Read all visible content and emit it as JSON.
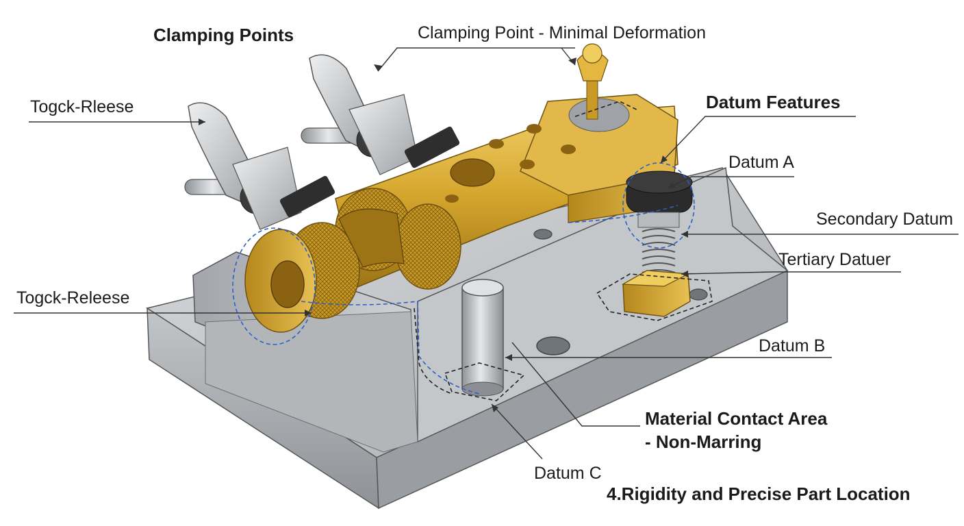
{
  "labels": {
    "clamping_points": "Clamping Points",
    "clamping_point_minimal": "Clamping Point - Minimal Deformation",
    "togck_rleese": "Togck-Rleese",
    "datum_features": "Datum Features",
    "datum_a": "Datum A",
    "secondary_datum": "Secondary Datum",
    "tertiary_datuer": "Tertiary Datuer",
    "togck_releese": "Togck-Releese",
    "datum_b": "Datum B",
    "material_contact_line1": "Material Contact Area",
    "material_contact_line2": "- Non-Marring",
    "datum_c": "Datum C",
    "rigidity_title": "4.Rigidity and Precise Part Location"
  },
  "colors": {
    "steel": "#b9bcbf",
    "brass": "#d2a62e",
    "leader": "#333333",
    "contact_outline": "#2b5fc7"
  }
}
